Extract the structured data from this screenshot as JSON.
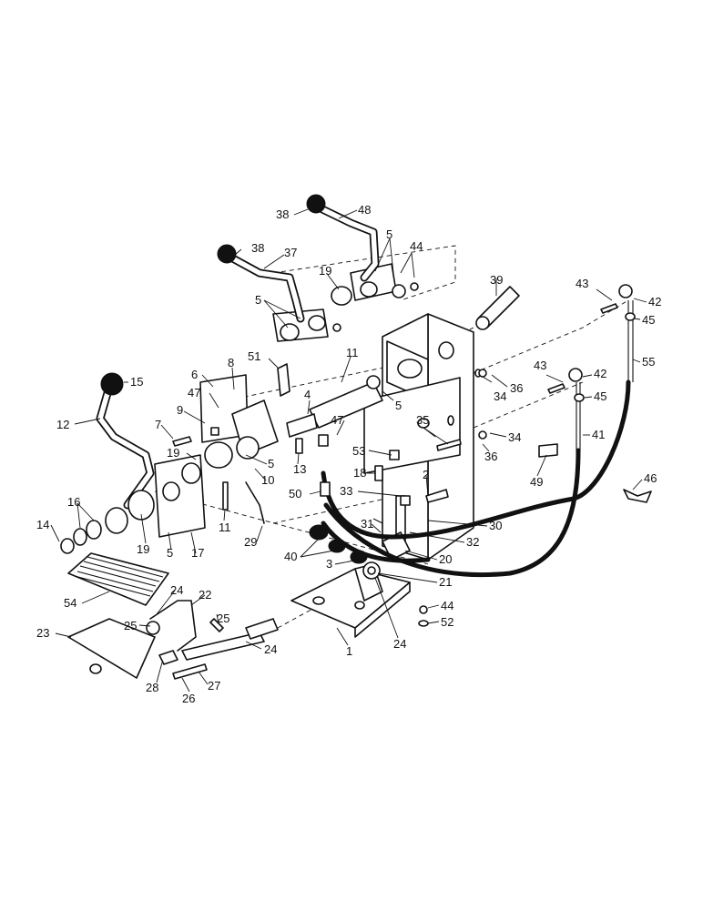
{
  "callouts": [
    {
      "id": "c38a",
      "text": "38"
    },
    {
      "id": "c48",
      "text": "48"
    },
    {
      "id": "c5a",
      "text": "5"
    },
    {
      "id": "c44a",
      "text": "44"
    },
    {
      "id": "c38b",
      "text": "38"
    },
    {
      "id": "c37",
      "text": "37"
    },
    {
      "id": "c19a",
      "text": "19"
    },
    {
      "id": "c5b",
      "text": "5"
    },
    {
      "id": "c39",
      "text": "39"
    },
    {
      "id": "c43a",
      "text": "43"
    },
    {
      "id": "c42a",
      "text": "42"
    },
    {
      "id": "c45a",
      "text": "45"
    },
    {
      "id": "c55",
      "text": "55"
    },
    {
      "id": "c51",
      "text": "51"
    },
    {
      "id": "c11a",
      "text": "11"
    },
    {
      "id": "c15",
      "text": "15"
    },
    {
      "id": "c6",
      "text": "6"
    },
    {
      "id": "c8",
      "text": "8"
    },
    {
      "id": "c47a",
      "text": "47"
    },
    {
      "id": "c4",
      "text": "4"
    },
    {
      "id": "c5c",
      "text": "5"
    },
    {
      "id": "c34a",
      "text": "34"
    },
    {
      "id": "c36a",
      "text": "36"
    },
    {
      "id": "c43b",
      "text": "43"
    },
    {
      "id": "c42b",
      "text": "42"
    },
    {
      "id": "c45b",
      "text": "45"
    },
    {
      "id": "c12",
      "text": "12"
    },
    {
      "id": "c9",
      "text": "9"
    },
    {
      "id": "c47b",
      "text": "47"
    },
    {
      "id": "c35",
      "text": "35"
    },
    {
      "id": "c34b",
      "text": "34"
    },
    {
      "id": "c41",
      "text": "41"
    },
    {
      "id": "c7",
      "text": "7"
    },
    {
      "id": "c19b",
      "text": "19"
    },
    {
      "id": "c5d",
      "text": "5"
    },
    {
      "id": "c13",
      "text": "13"
    },
    {
      "id": "c53",
      "text": "53"
    },
    {
      "id": "c36b",
      "text": "36"
    },
    {
      "id": "c10",
      "text": "10"
    },
    {
      "id": "c18",
      "text": "18"
    },
    {
      "id": "c49",
      "text": "49"
    },
    {
      "id": "c46",
      "text": "46"
    },
    {
      "id": "c2",
      "text": "2"
    },
    {
      "id": "c33",
      "text": "33"
    },
    {
      "id": "c50",
      "text": "50"
    },
    {
      "id": "c16",
      "text": "16"
    },
    {
      "id": "c11b",
      "text": "11"
    },
    {
      "id": "c30",
      "text": "30"
    },
    {
      "id": "c31",
      "text": "31"
    },
    {
      "id": "c14",
      "text": "14"
    },
    {
      "id": "c29",
      "text": "29"
    },
    {
      "id": "c32",
      "text": "32"
    },
    {
      "id": "c40",
      "text": "40"
    },
    {
      "id": "c19c",
      "text": "19"
    },
    {
      "id": "c5e",
      "text": "5"
    },
    {
      "id": "c17",
      "text": "17"
    },
    {
      "id": "c20",
      "text": "20"
    },
    {
      "id": "c3",
      "text": "3"
    },
    {
      "id": "c21",
      "text": "21"
    },
    {
      "id": "c54",
      "text": "54"
    },
    {
      "id": "c24a",
      "text": "24"
    },
    {
      "id": "c22",
      "text": "22"
    },
    {
      "id": "c44b",
      "text": "44"
    },
    {
      "id": "c52",
      "text": "52"
    },
    {
      "id": "c25a",
      "text": "25"
    },
    {
      "id": "c25b",
      "text": "25"
    },
    {
      "id": "c24b",
      "text": "24"
    },
    {
      "id": "c23",
      "text": "23"
    },
    {
      "id": "c1",
      "text": "1"
    },
    {
      "id": "c24c",
      "text": "24"
    },
    {
      "id": "c28",
      "text": "28"
    },
    {
      "id": "c27",
      "text": "27"
    },
    {
      "id": "c26",
      "text": "26"
    }
  ]
}
